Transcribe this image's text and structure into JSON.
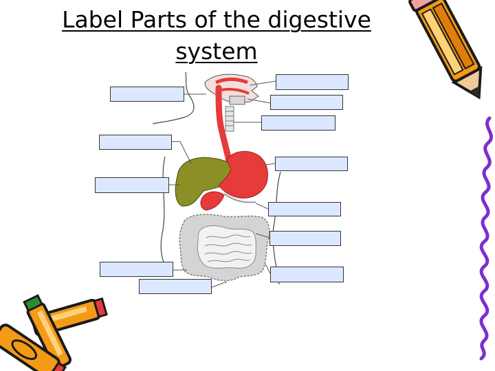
{
  "title": {
    "line1": "Label Parts of the digestive",
    "line2": "system"
  },
  "label_boxes": [
    "",
    "",
    "",
    "",
    "",
    "",
    "",
    "",
    "",
    "",
    "",
    "",
    ""
  ],
  "colors": {
    "box_fill": "#dbe8ff",
    "organ_red": "#e53b3b",
    "liver_olive": "#8a8f26",
    "intestine_gray": "#c9c9c9",
    "pencil_orange": "#f39a17",
    "pencil_pink": "#f2a0a0",
    "squiggle_purple": "#7b2fd0"
  },
  "decorations": [
    "pencil-icon",
    "crayons-icon",
    "squiggle-border"
  ]
}
